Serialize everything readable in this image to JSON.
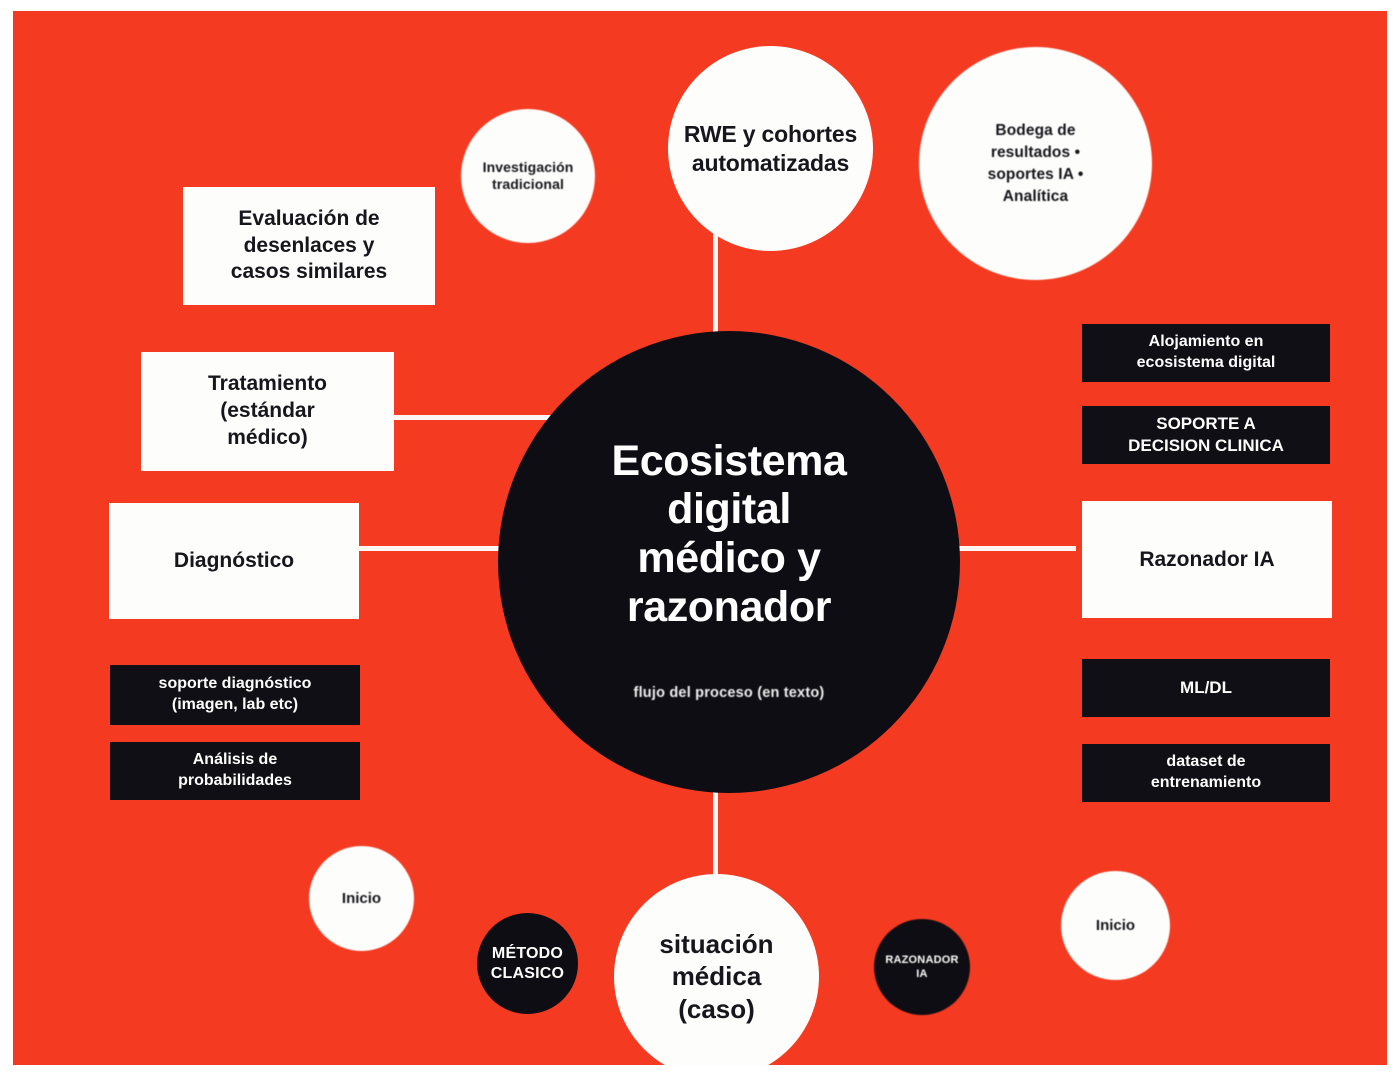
{
  "canvas": {
    "background_color": "#f43a20",
    "frame_color": "#ffffff"
  },
  "hub": {
    "title": "Ecosistema\ndigital\nmédico y\nrazonador",
    "subtitle": "flujo del proceso (en texto)",
    "fill": "#0e0d14",
    "text_color": "#ffffff"
  },
  "nodes": {
    "investigacion_tradicional": {
      "label": "Investigación\ntradicional",
      "shape": "circle",
      "style": "white"
    },
    "rwe_cohortes": {
      "label": "RWE y cohortes\nautomatizadas",
      "shape": "circle",
      "style": "white"
    },
    "bodega_resultados": {
      "label": "Bodega de\nresultados •\nsoportes IA •\nAnalítica",
      "shape": "circle",
      "style": "white"
    },
    "evaluacion_desenlaces": {
      "label": "Evaluación de\ndesenlaces y\ncasos similares",
      "shape": "rect",
      "style": "white"
    },
    "tratamiento": {
      "label": "Tratamiento\n(estándar\nmédico)",
      "shape": "rect",
      "style": "white"
    },
    "diagnostico": {
      "label": "Diagnóstico",
      "shape": "rect",
      "style": "white"
    },
    "soporte_diagnostico": {
      "label": "soporte diagnóstico\n(imagen, lab etc)",
      "shape": "rect",
      "style": "black"
    },
    "analisis_probabilidades": {
      "label": "Análisis de\nprobabilidades",
      "shape": "rect",
      "style": "black"
    },
    "alojamiento_ecosistema": {
      "label": "Alojamiento en\necosistema digital",
      "shape": "rect",
      "style": "black"
    },
    "soporte_decision_clinica": {
      "label": "SOPORTE A\nDECISION CLINICA",
      "shape": "rect",
      "style": "black"
    },
    "razonador_ia": {
      "label": "Razonador IA",
      "shape": "rect",
      "style": "white"
    },
    "ml_dl": {
      "label": "ML/DL",
      "shape": "rect",
      "style": "black"
    },
    "dataset_entrenamiento": {
      "label": "dataset de\nentrenamiento",
      "shape": "rect",
      "style": "black"
    },
    "inicio_izquierda": {
      "label": "Inicio",
      "shape": "circle",
      "style": "white"
    },
    "metodo_clasico": {
      "label": "MÉTODO\nCLASICO",
      "shape": "circle",
      "style": "black"
    },
    "situacion_medica": {
      "label": "situación\nmédica\n(caso)",
      "shape": "circle",
      "style": "white"
    },
    "razonador_ia_circulo": {
      "label": "RAZONADOR\nIA",
      "shape": "circle",
      "style": "black"
    },
    "inicio_derecha": {
      "label": "Inicio",
      "shape": "circle",
      "style": "white"
    }
  },
  "connectors": [
    {
      "from": "rwe_cohortes",
      "to": "hub",
      "orientation": "vertical"
    },
    {
      "from": "tratamiento",
      "to": "hub",
      "orientation": "horizontal"
    },
    {
      "from": "diagnostico",
      "to": "hub",
      "orientation": "horizontal"
    },
    {
      "from": "hub",
      "to": "razonador_ia",
      "orientation": "horizontal"
    },
    {
      "from": "hub",
      "to": "situacion_medica",
      "orientation": "vertical"
    }
  ]
}
